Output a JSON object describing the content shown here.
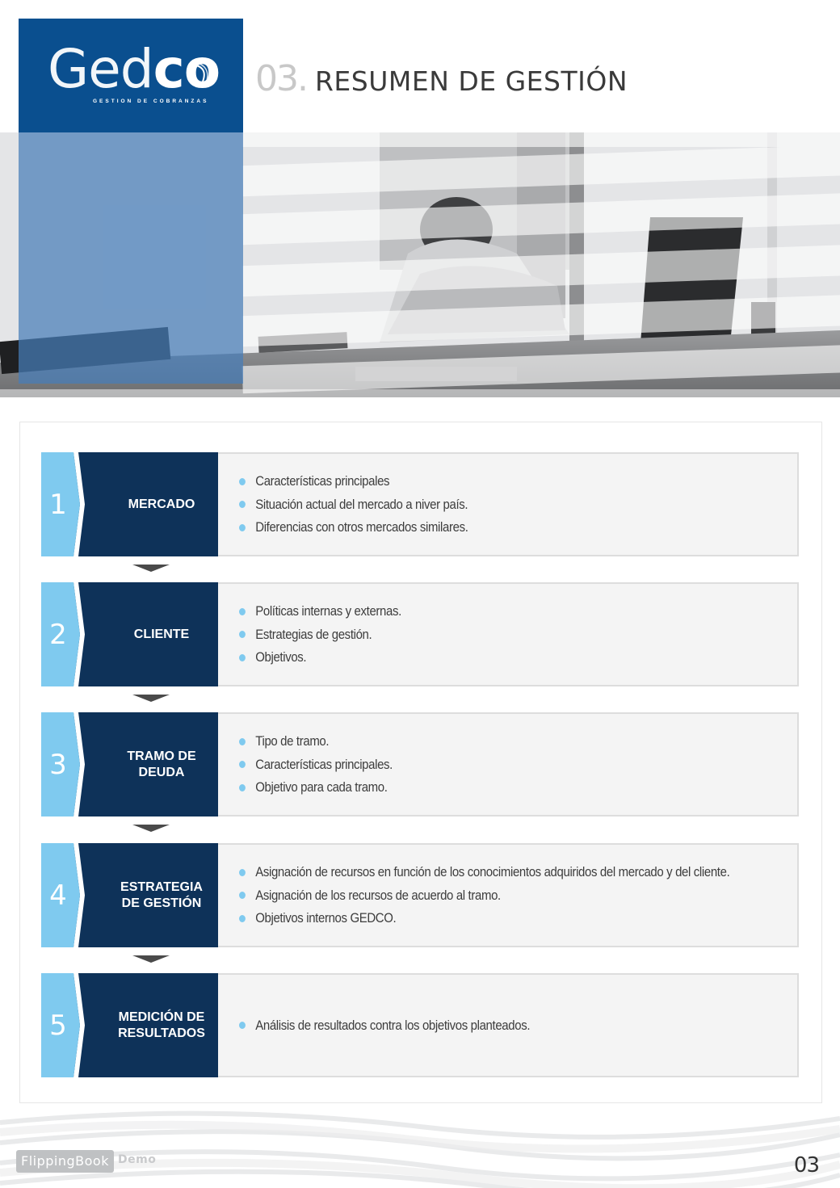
{
  "header": {
    "logo": {
      "text_part1": "Ged",
      "text_part2": "co",
      "subtitle": "GESTION DE COBRANZAS"
    },
    "section_number": "03.",
    "section_title": "RESUMEN DE GESTIÓN"
  },
  "colors": {
    "brand_blue": "#0a4f8f",
    "navy": "#0e3259",
    "light_blue": "#7fcaef",
    "content_bg": "#f4f4f4"
  },
  "steps": [
    {
      "number": "1",
      "label": "MERCADO",
      "bullets": [
        "Características principales",
        "Situación actual del mercado a niver país.",
        "Diferencias con otros mercados similares."
      ]
    },
    {
      "number": "2",
      "label": "CLIENTE",
      "bullets": [
        "Políticas internas y externas.",
        "Estrategias de gestión.",
        "Objetivos."
      ]
    },
    {
      "number": "3",
      "label": "TRAMO DE\nDEUDA",
      "bullets": [
        "Tipo de tramo.",
        "Características principales.",
        "Objetivo para cada tramo."
      ]
    },
    {
      "number": "4",
      "label": "ESTRATEGIA\nDE GESTIÓN",
      "bullets": [
        "Asignación de recursos en función de los conocimientos adquiridos del mercado y del cliente.",
        "Asignación de los recursos de acuerdo al tramo.",
        "Objetivos internos GEDCO."
      ]
    },
    {
      "number": "5",
      "label": "MEDICIÓN DE\nRESULTADOS",
      "bullets": [
        "Análisis de resultados contra los objetivos planteados."
      ]
    }
  ],
  "footer": {
    "flippingbook_label": "FlippingBook",
    "demo_label": "Demo",
    "page_number": "03"
  }
}
